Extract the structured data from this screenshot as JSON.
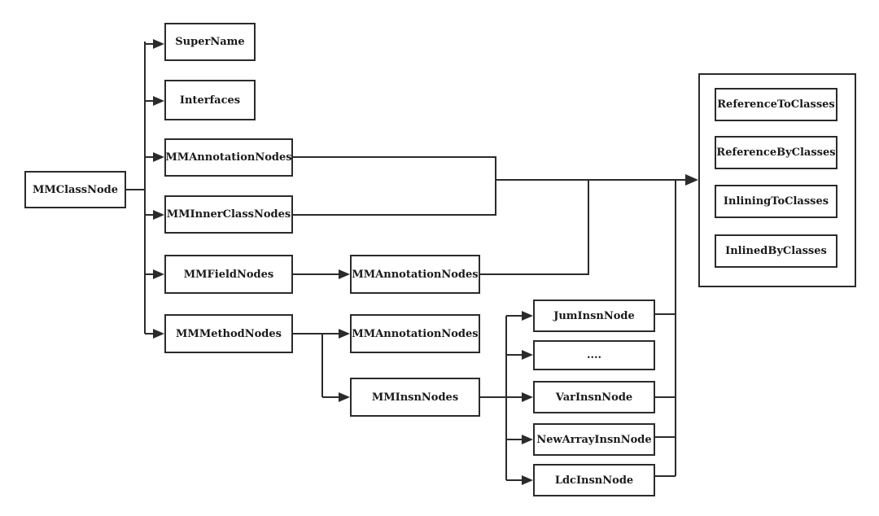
{
  "diagram": {
    "root": {
      "label": "MMClassNode"
    },
    "class_children": [
      {
        "label": "SuperName"
      },
      {
        "label": "Interfaces"
      },
      {
        "label": "MMAnnotationNodes"
      },
      {
        "label": "MMInnerClassNodes"
      },
      {
        "label": "MMFieldNodes"
      },
      {
        "label": "MMMethodNodes"
      }
    ],
    "field_child": {
      "label": "MMAnnotationNodes"
    },
    "method_children": [
      {
        "label": "MMAnnotationNodes"
      },
      {
        "label": "MMInsnNodes"
      }
    ],
    "insn_children": [
      {
        "label": "JumInsnNode"
      },
      {
        "label": "...."
      },
      {
        "label": "VarInsnNode"
      },
      {
        "label": "NewArrayInsnNode"
      },
      {
        "label": "LdcInsnNode"
      }
    ],
    "reference_group": {
      "items": [
        {
          "label": "ReferenceToClasses"
        },
        {
          "label": "ReferenceByClasses"
        },
        {
          "label": "InliningToClasses"
        },
        {
          "label": "InlinedByClasses"
        }
      ]
    },
    "colors": {
      "stroke": "#2b2b2b",
      "text": "#1a1a1a",
      "background": "#ffffff"
    }
  }
}
